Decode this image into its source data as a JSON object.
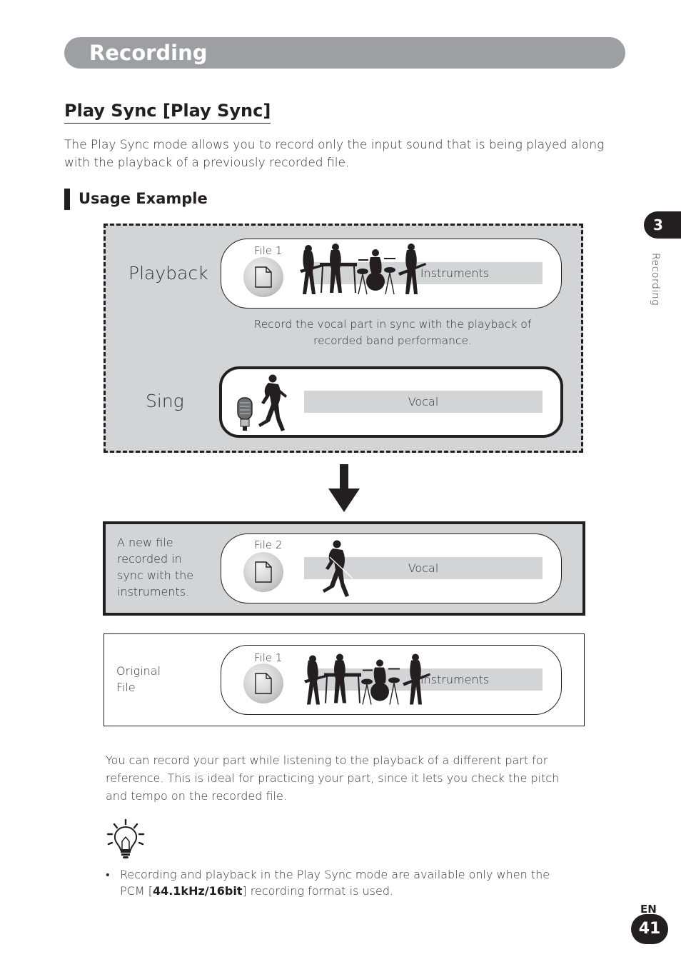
{
  "header": {
    "title": "Recording"
  },
  "section": {
    "title": "Play Sync [Play Sync]",
    "intro": "The Play Sync mode allows you to record only the input sound that is being played along with the playback of a previously recorded file."
  },
  "usage": {
    "title": "Usage Example"
  },
  "side_tab": {
    "chapter": "3",
    "label": "Recording"
  },
  "diagram": {
    "playback": {
      "label": "Playback",
      "file": "File 1",
      "track": "Instruments"
    },
    "caption": "Record the vocal part in sync with the playback of recorded band performance.",
    "sing": {
      "label": "Sing",
      "track": "Vocal"
    },
    "result": {
      "description": "A new file recorded in sync with the instruments.",
      "file": "File 2",
      "track": "Vocal"
    },
    "original": {
      "description": "Original File",
      "file": "File 1",
      "track": "Instruments"
    }
  },
  "body": {
    "paragraph": "You can record your part while listening to the playback of a different part for reference. This is ideal for practicing your part, since it lets you check the pitch and tempo on the recorded file."
  },
  "tip": {
    "bullet": "•",
    "text_before": "Recording and playback in the Play Sync mode are available only when the PCM [",
    "bold": "44.1kHz/16bit",
    "text_after": "] recording format is used."
  },
  "footer": {
    "lang": "EN",
    "page": "41"
  }
}
